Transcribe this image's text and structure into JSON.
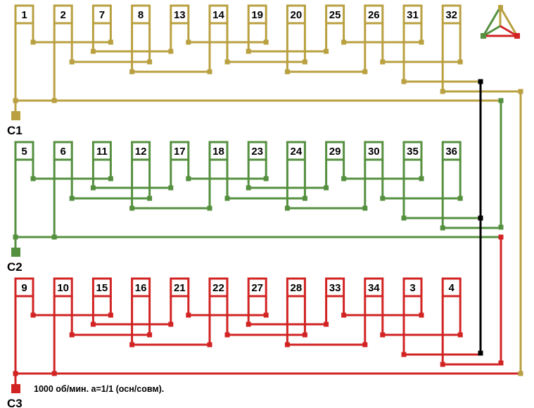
{
  "colors": {
    "phase1": "#b9a040",
    "phase2": "#55903f",
    "phase3": "#d22323",
    "bridge": "#000000"
  },
  "phases": [
    {
      "name": "C1",
      "slots": [
        "1",
        "2",
        "7",
        "8",
        "13",
        "14",
        "19",
        "20",
        "25",
        "26",
        "31",
        "32"
      ]
    },
    {
      "name": "C2",
      "slots": [
        "5",
        "6",
        "11",
        "12",
        "17",
        "18",
        "23",
        "24",
        "29",
        "30",
        "35",
        "36"
      ]
    },
    {
      "name": "C3",
      "slots": [
        "9",
        "10",
        "15",
        "16",
        "21",
        "22",
        "27",
        "28",
        "33",
        "34",
        "3",
        "4"
      ]
    }
  ],
  "note": "1000 об/мин. а=1/1 (осн/совм).",
  "icon": "delta-star-connection-icon"
}
